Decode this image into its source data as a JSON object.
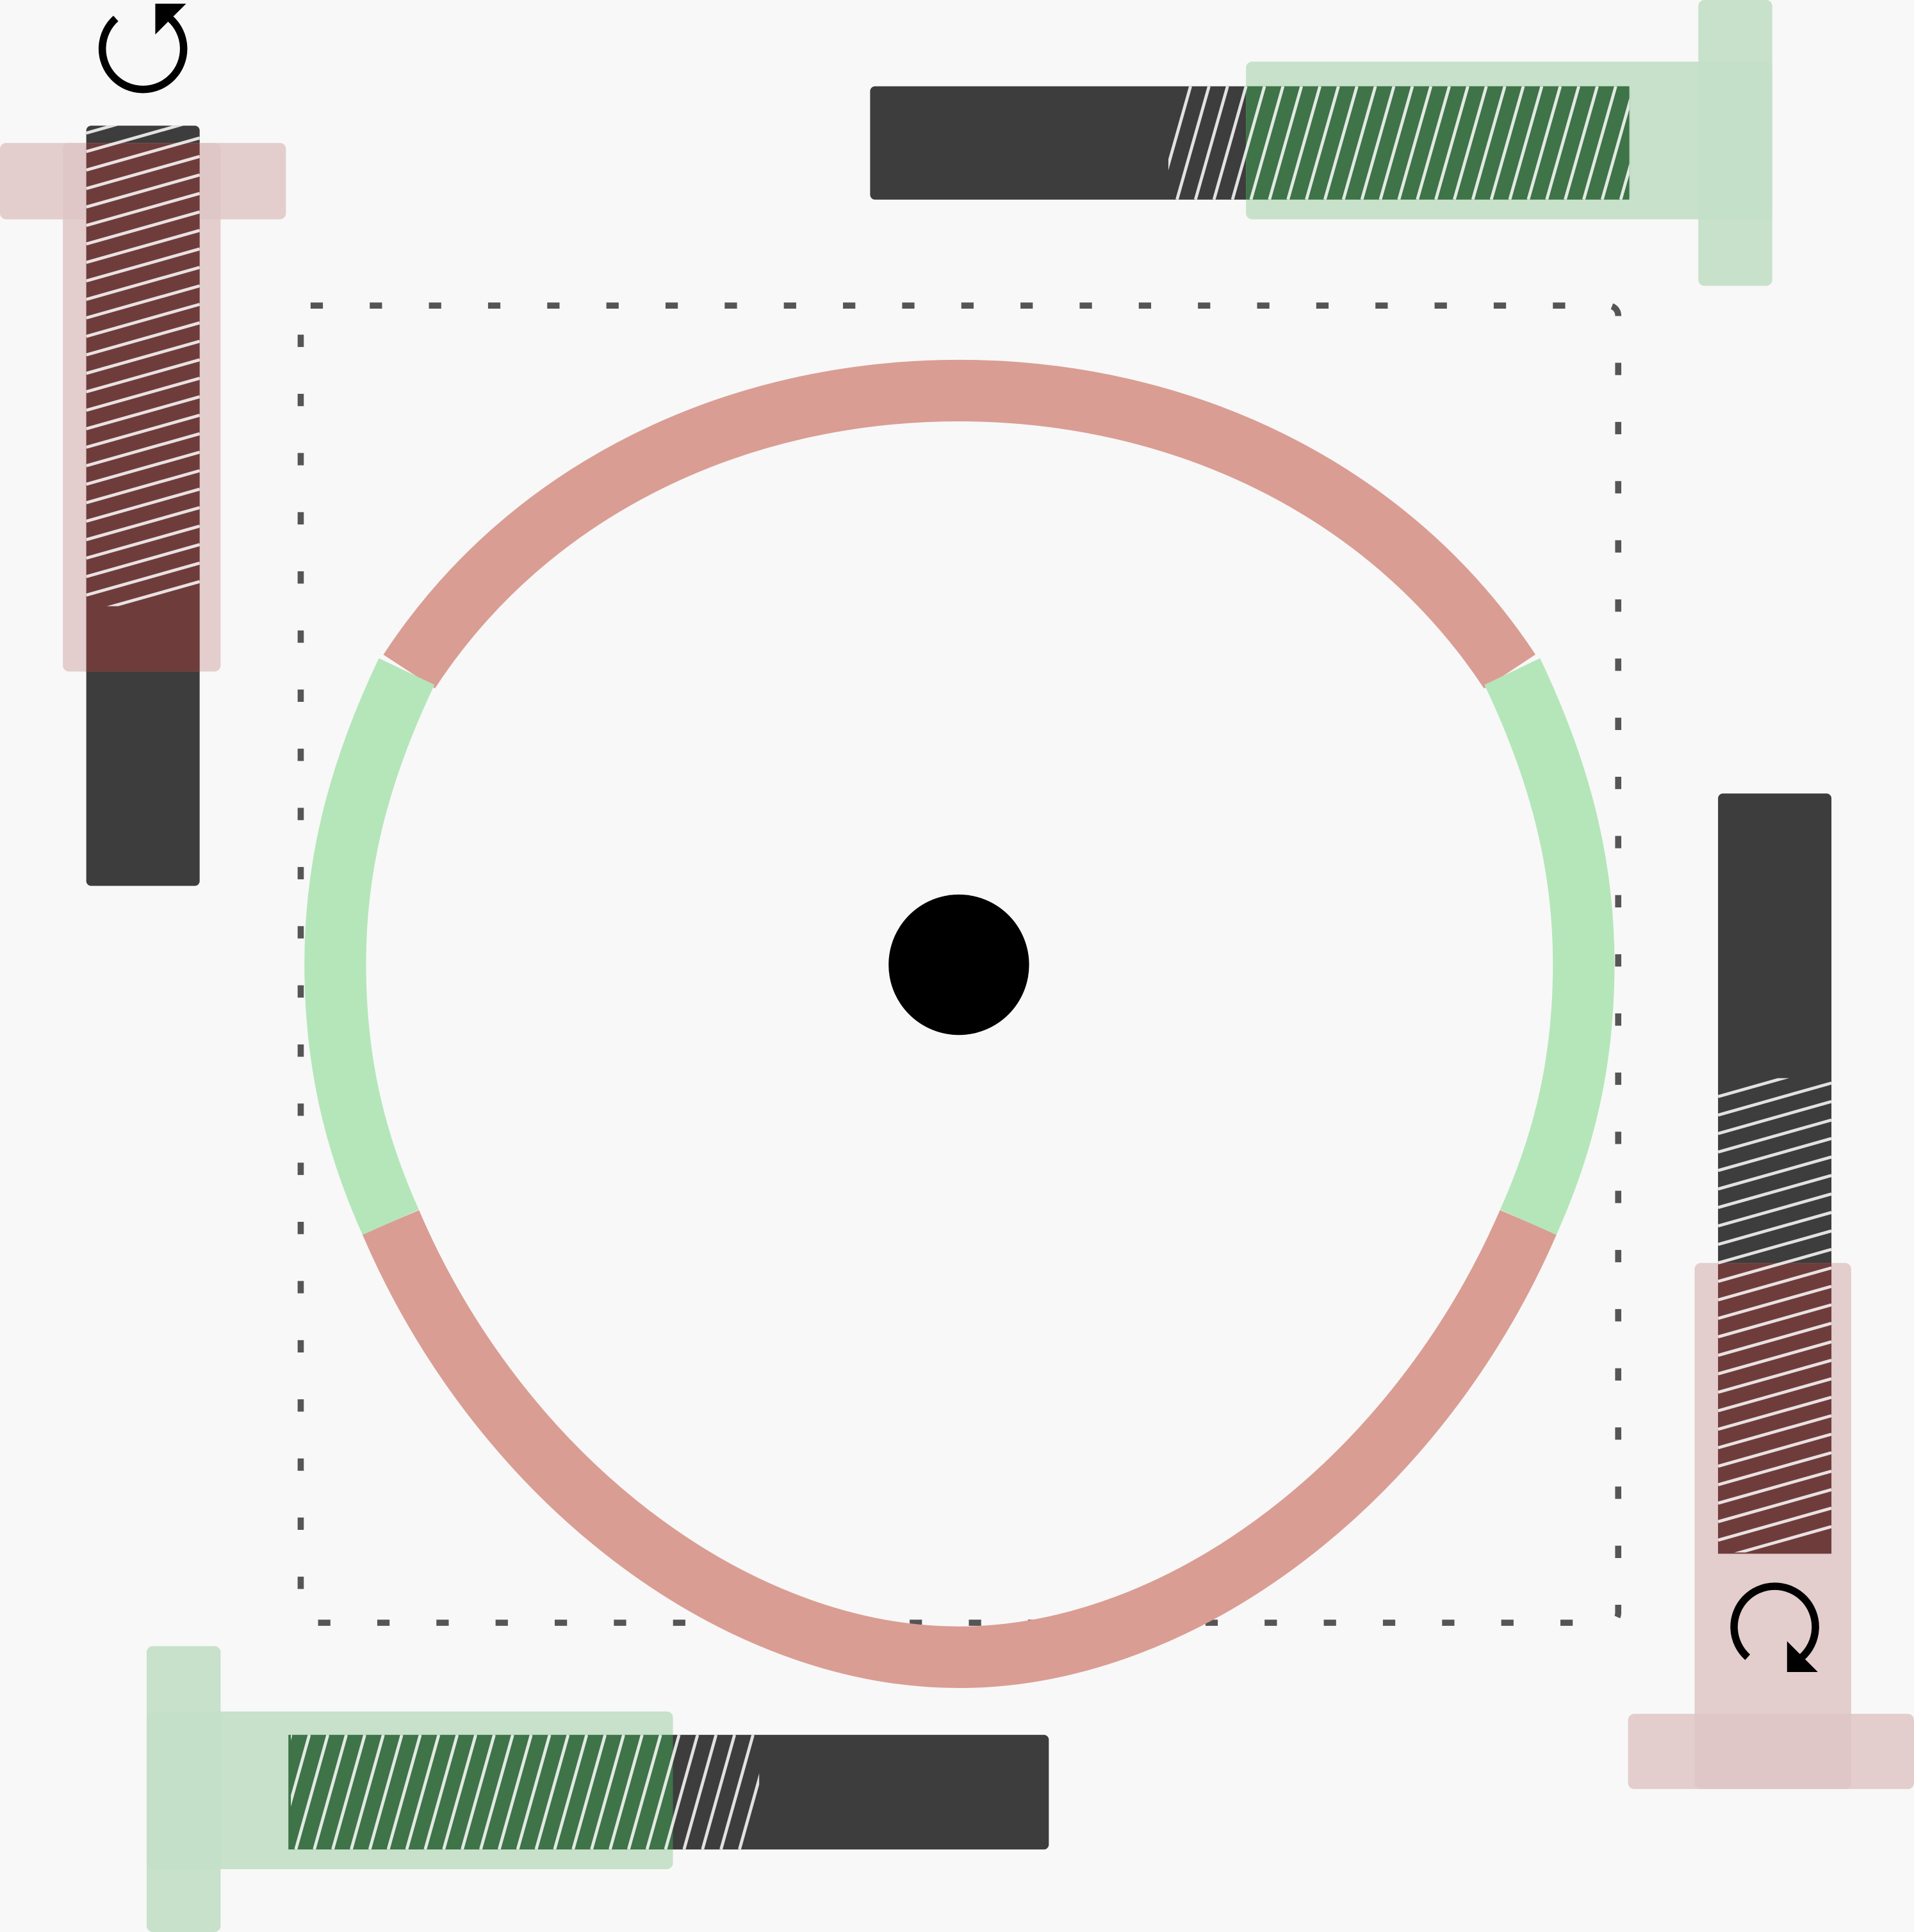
{
  "colors": {
    "background": "#f8f8f8",
    "ring_red": "#da9d93",
    "ring_green": "#b4e6b9",
    "bolt_shaft": "#3d3d3d",
    "green_pad": "#c4dfc7",
    "green_thread": "#3f7348",
    "red_pad": "#dfc5c6",
    "red_thread": "#6f3c3c",
    "frame": "#555555",
    "center_dot": "#000000"
  },
  "diagram": {
    "shape": "rounded-triangle-ring",
    "ring_segments": [
      "red-top",
      "green-right",
      "red-bottom",
      "green-left"
    ],
    "frame_style": "dashed-square",
    "center": "filled-dot",
    "screws": [
      {
        "position": "top-left",
        "orientation": "vertical",
        "pad": "red",
        "rotation_icon": "counterclockwise-rotate-icon"
      },
      {
        "position": "top-right",
        "orientation": "horizontal",
        "pad": "green",
        "rotation_icon": ""
      },
      {
        "position": "bottom-right",
        "orientation": "vertical",
        "pad": "red",
        "rotation_icon": "clockwise-rotate-icon"
      },
      {
        "position": "bottom-left",
        "orientation": "horizontal",
        "pad": "green",
        "rotation_icon": ""
      }
    ]
  }
}
